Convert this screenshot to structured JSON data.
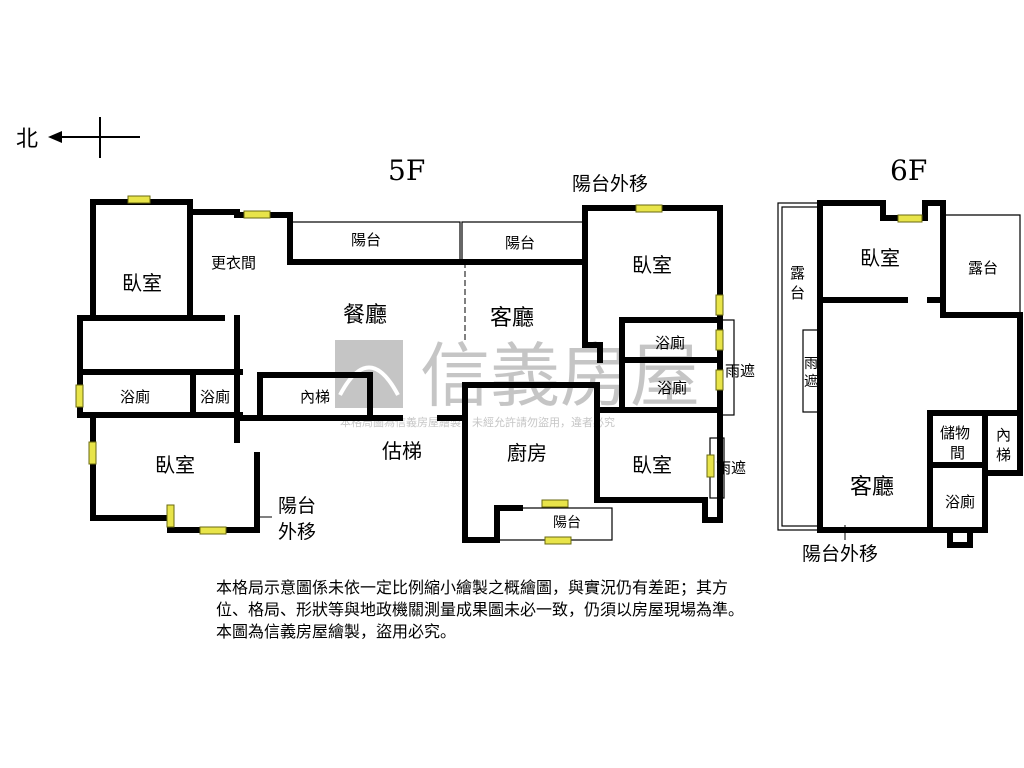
{
  "compass": {
    "label": "北"
  },
  "floors": {
    "f5": {
      "title": "5F",
      "rooms": {
        "bedroom_nw": "臥室",
        "closet": "更衣間",
        "balcony_1": "陽台",
        "balcony_2": "陽台",
        "dining": "餐廳",
        "living": "客廳",
        "bath_1": "浴廁",
        "bath_2": "浴廁",
        "inner_stairs": "內梯",
        "bedroom_sw": "臥室",
        "stairs_est": "估梯",
        "kitchen": "廚房",
        "balcony_3": "陽台",
        "bedroom_ne": "臥室",
        "bath_3": "浴廁",
        "bath_4": "浴廁",
        "bedroom_se": "臥室",
        "awning_1": "雨遮",
        "awning_2": "雨遮"
      },
      "balcony_moved_top": "陽台外移",
      "balcony_moved_bottom_1": "陽台",
      "balcony_moved_bottom_2": "外移"
    },
    "f6": {
      "title": "6F",
      "rooms": {
        "terrace_w_1": "露",
        "terrace_w_2": "台",
        "bedroom": "臥室",
        "terrace_e": "露台",
        "awning_1": "雨",
        "awning_2": "遮",
        "storage_1": "儲物",
        "storage_2": "間",
        "inner_stairs_1": "內",
        "inner_stairs_2": "梯",
        "living": "客廳",
        "bath": "浴廁"
      },
      "balcony_moved": "陽台外移"
    }
  },
  "watermark": {
    "brand": "信義房屋",
    "notice": "本格局圖為信義房屋繪製，未經允許請勿盜用，違者必究"
  },
  "disclaimer": [
    "本格局示意圖係未依一定比例縮小繪製之概繪圖，與實況仍有差距；其方",
    "位、格局、形狀等與地政機關測量成果圖未必一致，仍須以房屋現場為準。",
    "本圖為信義房屋繪製，盜用必究。"
  ],
  "colors": {
    "window": "#e8e44a",
    "watermark": "#9a9a9a"
  }
}
